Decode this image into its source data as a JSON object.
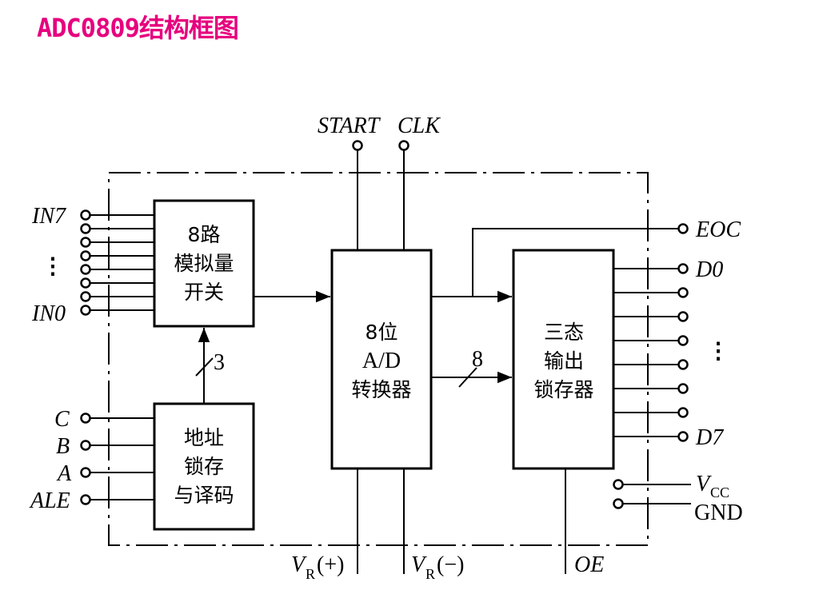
{
  "title": {
    "text": "ADC0809结构框图",
    "color": "#e6007e"
  },
  "top_labels": {
    "start": "START",
    "clk": "CLK"
  },
  "inputs": {
    "in7": "IN7",
    "in0": "IN0",
    "dots": "⋮"
  },
  "addr_inputs": {
    "c": "C",
    "b": "B",
    "a": "A",
    "ale": "ALE"
  },
  "mux_block": {
    "line1": "8路",
    "line2": "模拟量",
    "line3": "开关"
  },
  "addr_block": {
    "line1": "地址",
    "line2": "锁存",
    "line3": "与译码"
  },
  "adc_block": {
    "line1": "8位",
    "line2": "A/D",
    "line3": "转换器"
  },
  "latch_block": {
    "line1": "三态",
    "line2": "输出",
    "line3": "锁存器"
  },
  "bus_labels": {
    "addr_width": "3",
    "data_width": "8"
  },
  "outputs": {
    "eoc": "EOC",
    "d0": "D0",
    "d7": "D7",
    "dots": "⋮"
  },
  "power": {
    "vcc_main": "V",
    "vcc_sub": "CC",
    "gnd": "GND"
  },
  "bottom_labels": {
    "vr_plus_main": "V",
    "vr_plus_sub": "R",
    "vr_plus_suffix": "(+)",
    "vr_minus_main": "V",
    "vr_minus_sub": "R",
    "vr_minus_suffix": "(−)",
    "oe": "OE"
  }
}
